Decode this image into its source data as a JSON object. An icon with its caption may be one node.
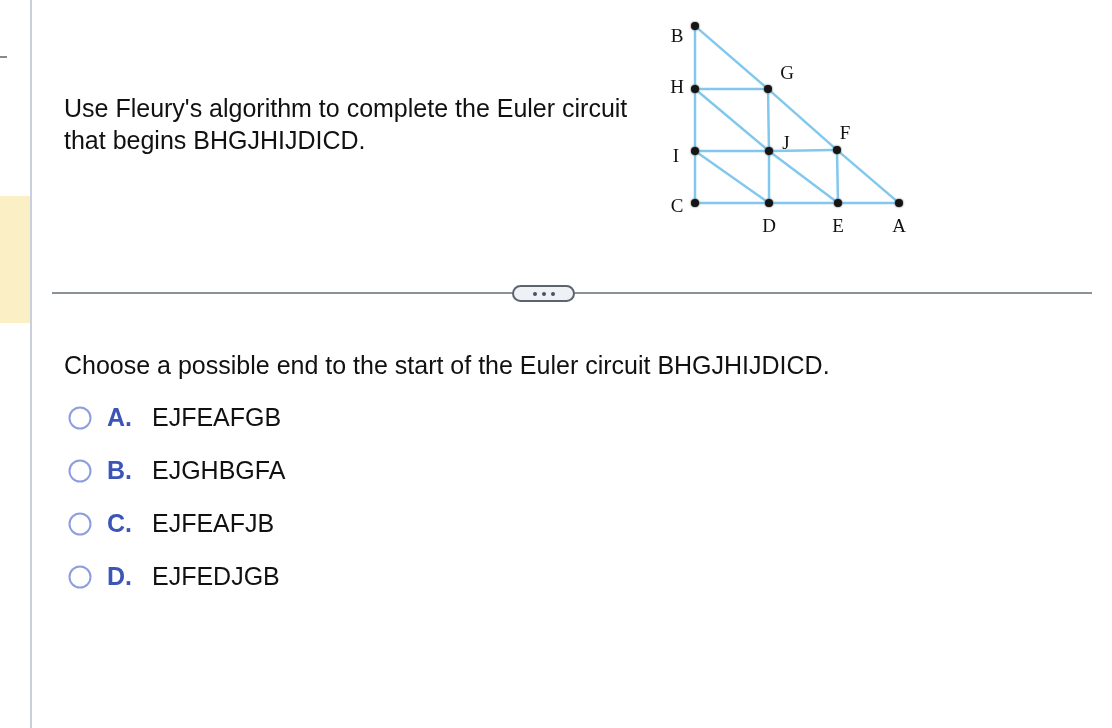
{
  "diagram": {
    "nodes": [
      {
        "text": [],
        "shape": "circle",
        "beside": [
          "B"
        ]
      },
      {
        "text": [],
        "shape": "circle",
        "beside": [
          "H"
        ]
      },
      {
        "text": [],
        "shape": "circle",
        "beside": [
          "G"
        ]
      },
      {
        "text": [],
        "shape": "circle",
        "beside": [
          "I"
        ]
      },
      {
        "text": [],
        "shape": "circle",
        "beside": [
          "J"
        ]
      },
      {
        "text": [],
        "shape": "circle",
        "beside": [
          "F"
        ]
      },
      {
        "text": [],
        "shape": "circle",
        "beside": [
          "C"
        ]
      },
      {
        "text": [],
        "shape": "circle",
        "beside": [
          "D"
        ]
      },
      {
        "text": [],
        "shape": "circle",
        "beside": [
          "E"
        ]
      },
      {
        "text": [],
        "shape": "circle",
        "beside": [
          "A"
        ]
      }
    ],
    "edges": [
      {
        "from": 0,
        "to": 1,
        "arrow": "none"
      },
      {
        "from": 1,
        "to": 3,
        "arrow": "none"
      },
      {
        "from": 3,
        "to": 6,
        "arrow": "none"
      },
      {
        "from": 0,
        "to": 2,
        "arrow": "none"
      },
      {
        "from": 2,
        "to": 5,
        "arrow": "none"
      },
      {
        "from": 5,
        "to": 9,
        "arrow": "none"
      },
      {
        "from": 1,
        "to": 2,
        "arrow": "none"
      },
      {
        "from": 2,
        "to": 4,
        "arrow": "none"
      },
      {
        "from": 1,
        "to": 4,
        "arrow": "none"
      },
      {
        "from": 3,
        "to": 4,
        "arrow": "none"
      },
      {
        "from": 4,
        "to": 5,
        "arrow": "none"
      },
      {
        "from": 3,
        "to": 7,
        "arrow": "none"
      },
      {
        "from": 4,
        "to": 7,
        "arrow": "none"
      },
      {
        "from": 4,
        "to": 8,
        "arrow": "none"
      },
      {
        "from": 5,
        "to": 8,
        "arrow": "none"
      },
      {
        "from": 6,
        "to": 7,
        "arrow": "none"
      },
      {
        "from": 7,
        "to": 8,
        "arrow": "none"
      },
      {
        "from": 8,
        "to": 9,
        "arrow": "none"
      }
    ],
    "labels": [
      "Use Fleury's algorithm to complete the Euler circuit that begins BHGJHIJDICD.",
      "Choose a possible end to the start of the Euler circuit BHGJHIJDICD.",
      "A.",
      "EJFEAFGB",
      "B.",
      "EJGHBGFA",
      "C.",
      "EJFEAFJB",
      "D.",
      "EJFEDJGB"
    ]
  }
}
